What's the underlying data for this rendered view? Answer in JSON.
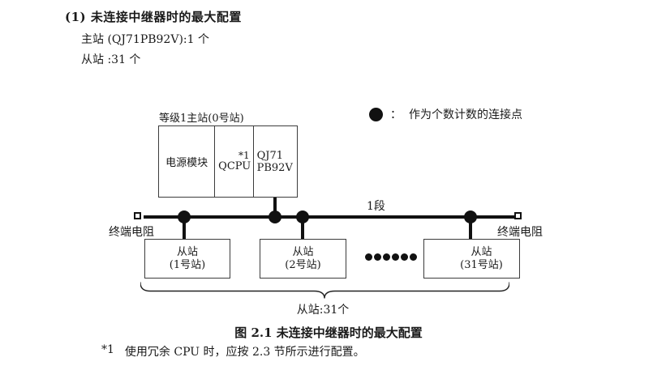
{
  "page": {
    "bg": "#ffffff",
    "ink": "#1a1a1a",
    "line": "#111111",
    "box_border": "#3c3c3c"
  },
  "header": {
    "title": "(1) 未连接中继器时的最大配置",
    "master_line": "主站 (QJ71PB92V):1 个",
    "slave_line": "从站 :31 个"
  },
  "legend": {
    "symbol": "●",
    "separator": "：",
    "text": "作为个数计数的连接点"
  },
  "diagram": {
    "master_label": "等级1主站(0号站)",
    "master_cells": {
      "power": "电源模块",
      "cpu": "QCPU",
      "cpu_note": "*1",
      "pb_line1": "QJ71",
      "pb_line2": "PB92V"
    },
    "segment_label": "1段",
    "terminator_left": "终端电阻",
    "terminator_right": "终端电阻",
    "slaves": [
      {
        "line1": "从站",
        "line2": "(1号站)"
      },
      {
        "line1": "从站",
        "line2": "(2号站)"
      },
      {
        "line1": "从站",
        "line2": "(31号站)"
      }
    ],
    "ellipsis_dots": 6,
    "brace_label": "从站:31个"
  },
  "caption": "图 2.1 未连接中继器时的最大配置",
  "footnote": {
    "marker": "*1",
    "text": "使用冗余 CPU 时，应按 2.3 节所示进行配置。"
  }
}
